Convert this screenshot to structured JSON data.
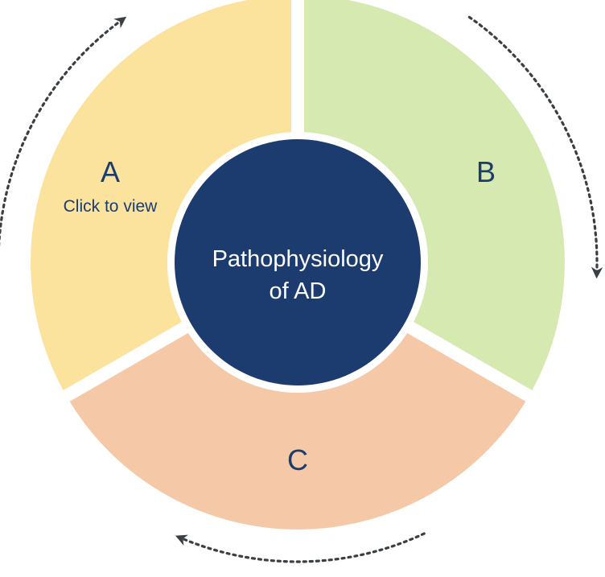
{
  "center": {
    "line1": "Pathophysiology",
    "line2": "of AD",
    "color": "#1c3b6e"
  },
  "segments": [
    {
      "letter": "A",
      "sublabel": "Click to view",
      "color": "#fbe39e"
    },
    {
      "letter": "B",
      "sublabel": "",
      "color": "#d5e9b1"
    },
    {
      "letter": "C",
      "sublabel": "",
      "color": "#f5c9a7"
    }
  ],
  "colors": {
    "text": "#1c3b6e",
    "arrow": "#3a3f44",
    "background": "#ffffff"
  },
  "icons": {
    "arrow": "dotted-curved-arrow-icon"
  }
}
